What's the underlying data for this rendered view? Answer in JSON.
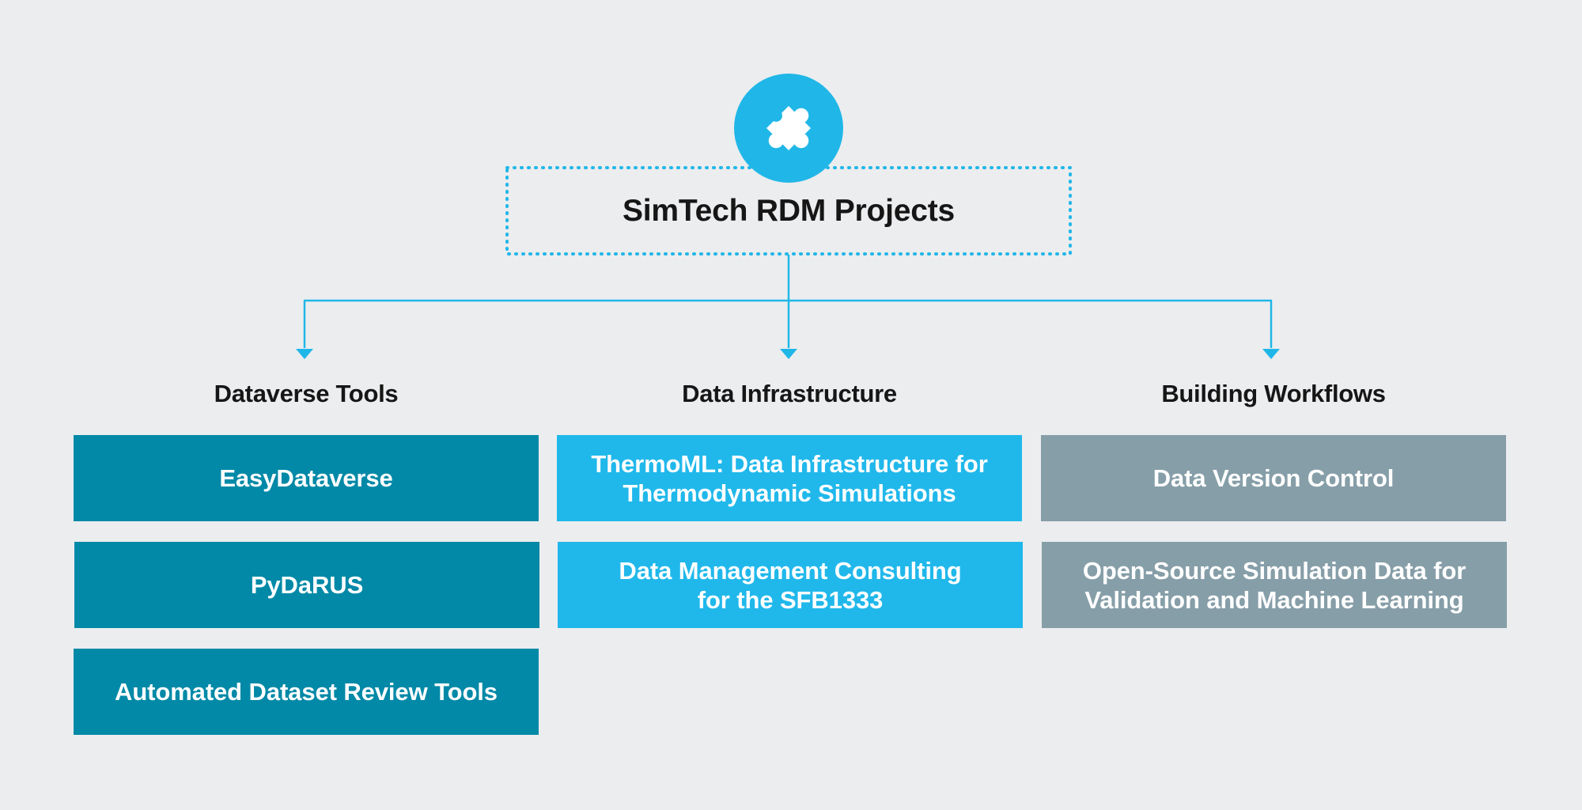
{
  "root": {
    "title": "SimTech RDM Projects",
    "icon": "puzzle-piece-icon"
  },
  "colors": {
    "background": "#ecedef",
    "accent": "#20b7e8",
    "connector": "#20b7e8",
    "column_1": "#0189a7",
    "column_2": "#20b8eb",
    "column_3": "#869ea8",
    "text_dark": "#161616",
    "text_light": "#ffffff"
  },
  "columns": [
    {
      "heading": "Dataverse Tools",
      "items": [
        {
          "label": "EasyDataverse"
        },
        {
          "label": "PyDaRUS"
        },
        {
          "label": "Automated Dataset Review Tools"
        }
      ]
    },
    {
      "heading": "Data Infrastructure",
      "items": [
        {
          "label": "ThermoML: Data Infrastructure for\nThermodynamic Simulations"
        },
        {
          "label": "Data Management Consulting\nfor the SFB1333"
        }
      ]
    },
    {
      "heading": "Building Workflows",
      "items": [
        {
          "label": "Data Version Control"
        },
        {
          "label": "Open-Source Simulation Data for\nValidation and Machine Learning"
        }
      ]
    }
  ]
}
